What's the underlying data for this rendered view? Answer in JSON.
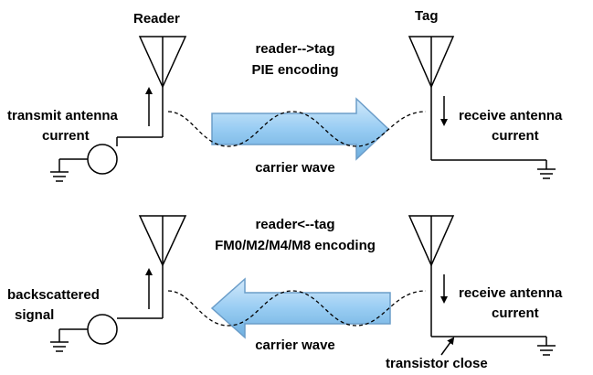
{
  "reader_label": "Reader",
  "tag_label": "Tag",
  "downlink": {
    "title": "reader-->tag",
    "encoding": "PIE encoding",
    "left_caption": [
      "transmit antenna",
      "current"
    ],
    "right_caption": [
      "receive antenna",
      "current"
    ],
    "carrier": "carrier wave",
    "arrow_direction": "right"
  },
  "uplink": {
    "title": "reader<--tag",
    "encoding": "FM0/M2/M4/M8 encoding",
    "left_caption": [
      "backscattered",
      "signal"
    ],
    "right_caption": [
      "receive antenna",
      "current"
    ],
    "carrier": "carrier wave",
    "arrow_direction": "left",
    "note": "transistor close"
  },
  "colors": {
    "arrow_fill": "#8ec8f2",
    "arrow_stroke": "#5b93c4",
    "line": "#000000"
  }
}
